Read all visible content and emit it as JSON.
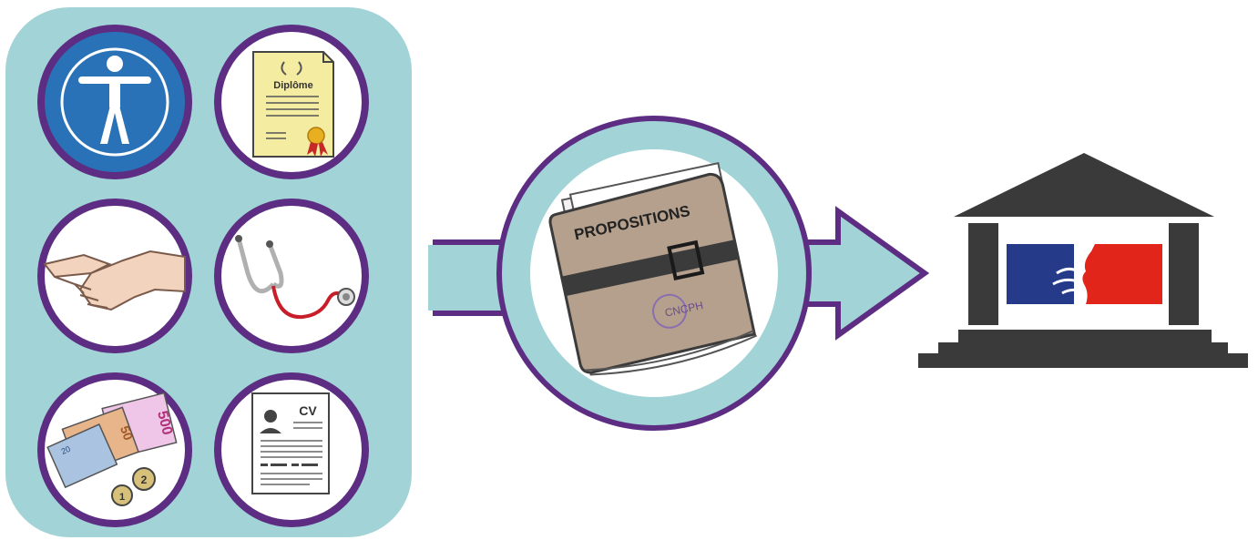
{
  "colors": {
    "panel": "#a2d3d6",
    "ring_purple": "#5c2d82",
    "accessibility_blue": "#2a72b8",
    "diploma_paper": "#f4eca0",
    "folder_brown": "#b4a08c",
    "folder_dark": "#3b3b3b",
    "building_gray": "#3a3a3a",
    "flag_blue": "#253b8a",
    "flag_red": "#e1251b"
  },
  "icons": {
    "accessibility": "accessibility-person-icon",
    "diploma": "diploma-certificate-icon",
    "handshake": "handshake-icon",
    "stethoscope": "stethoscope-icon",
    "money": "euro-money-icon",
    "cv": "cv-resume-icon",
    "folder": "propositions-folder-icon",
    "government": "government-building-icon"
  },
  "labels": {
    "diploma": "Diplôme",
    "cv": "CV",
    "folder": "PROPOSITIONS",
    "cncph": "CNCPH",
    "note500": "500",
    "note50": "50",
    "note20": "20",
    "coin2": "2",
    "coin1": "1"
  }
}
